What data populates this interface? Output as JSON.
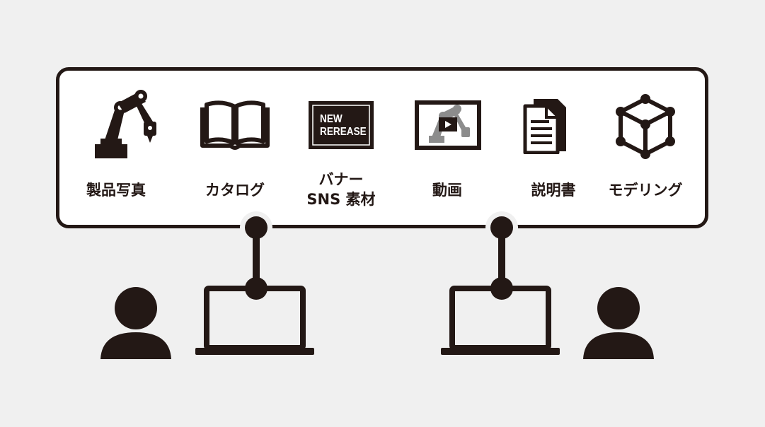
{
  "services": [
    {
      "label": "製品写真",
      "icon": "robot-arm-icon"
    },
    {
      "label": "カタログ",
      "icon": "open-book-icon"
    },
    {
      "label_line1": "バナー",
      "label_line2": "SNS 素材",
      "icon": "banner-icon",
      "banner_line1": "NEW",
      "banner_line2": "REREASE"
    },
    {
      "label": "動画",
      "icon": "video-icon"
    },
    {
      "label": "説明書",
      "icon": "documents-icon"
    },
    {
      "label": "モデリング",
      "icon": "cube-icon"
    }
  ],
  "colors": {
    "ink": "#231815",
    "background": "#f0f0f0",
    "panel": "#ffffff"
  }
}
